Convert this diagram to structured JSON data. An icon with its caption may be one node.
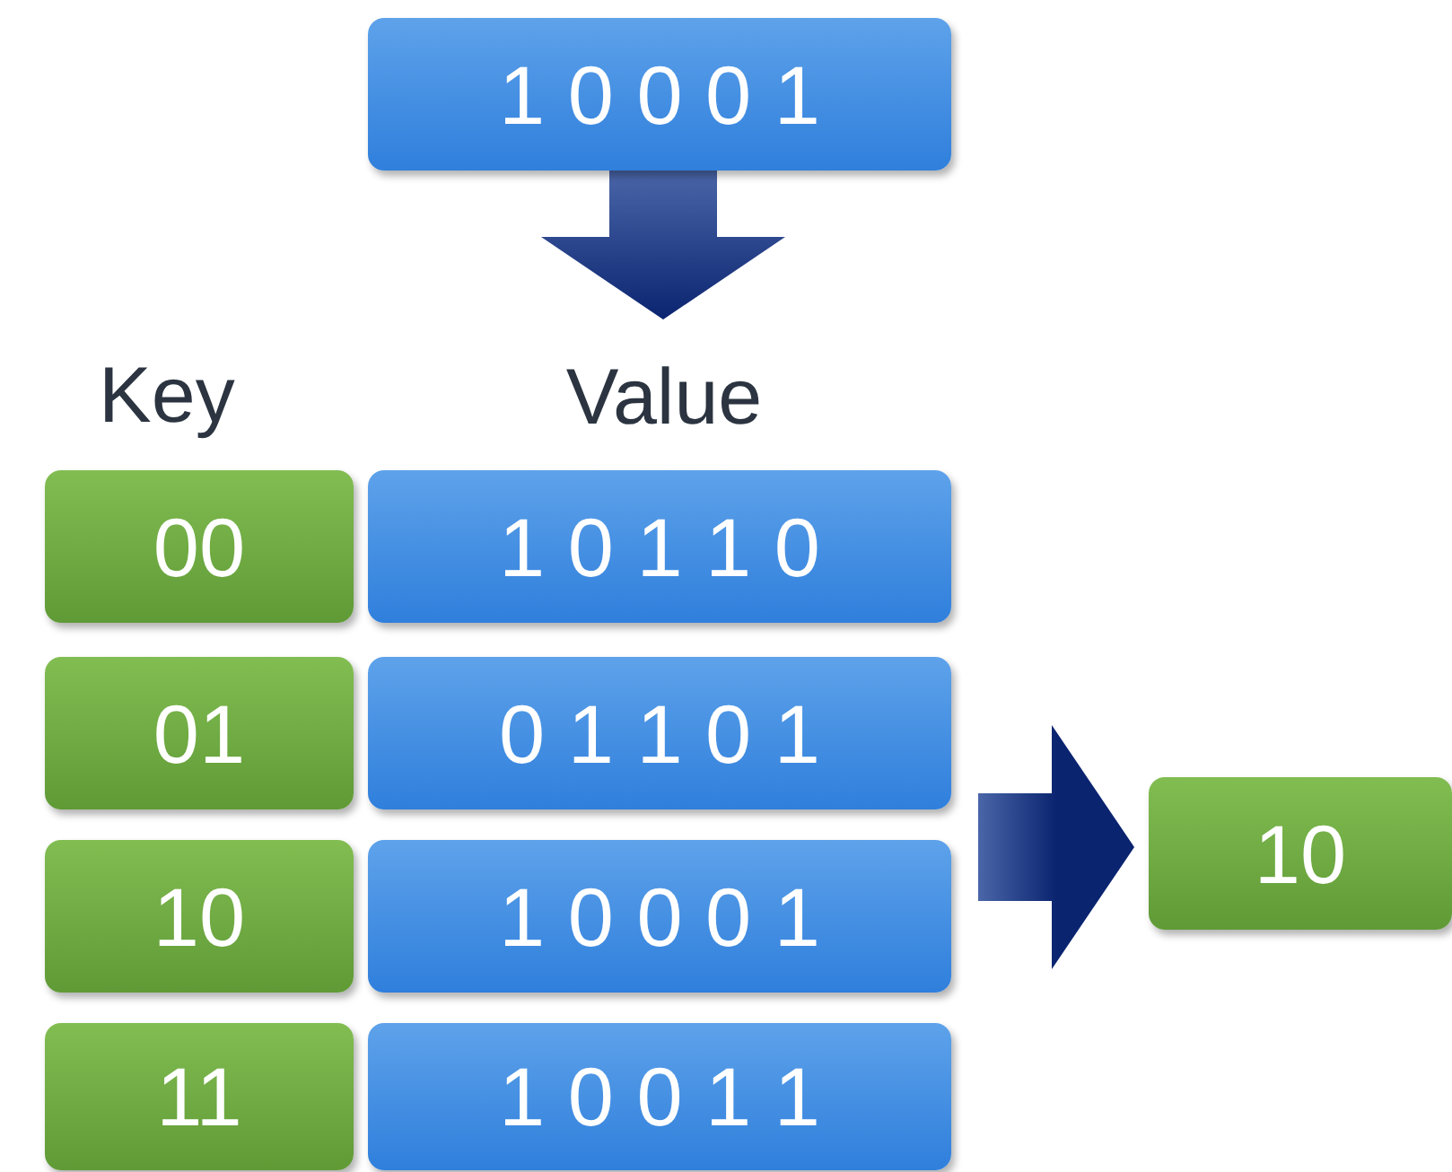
{
  "diagram": {
    "nodes": [
      {
        "text": [
          "1 0 0 0 1"
        ]
      },
      {
        "text": [
          "Value"
        ]
      },
      {
        "text": [
          "00"
        ]
      },
      {
        "text": [
          "1 0 1 1 0"
        ]
      },
      {
        "text": [
          "01"
        ]
      },
      {
        "text": [
          "0 1 1 0 1"
        ]
      },
      {
        "text": [
          "10"
        ]
      },
      {
        "text": [
          "1 0 0 0 1"
        ]
      },
      {
        "text": [
          "11"
        ]
      },
      {
        "text": [
          "1 0 0 1 1"
        ]
      },
      {
        "text": [
          "10"
        ]
      }
    ],
    "edges": [
      {
        "from": 0,
        "to": 1,
        "arrow": "to",
        "style": "thick"
      },
      {
        "from": 7,
        "to": 10,
        "arrow": "to",
        "style": "thick"
      }
    ],
    "labels": [
      "Key"
    ]
  }
}
